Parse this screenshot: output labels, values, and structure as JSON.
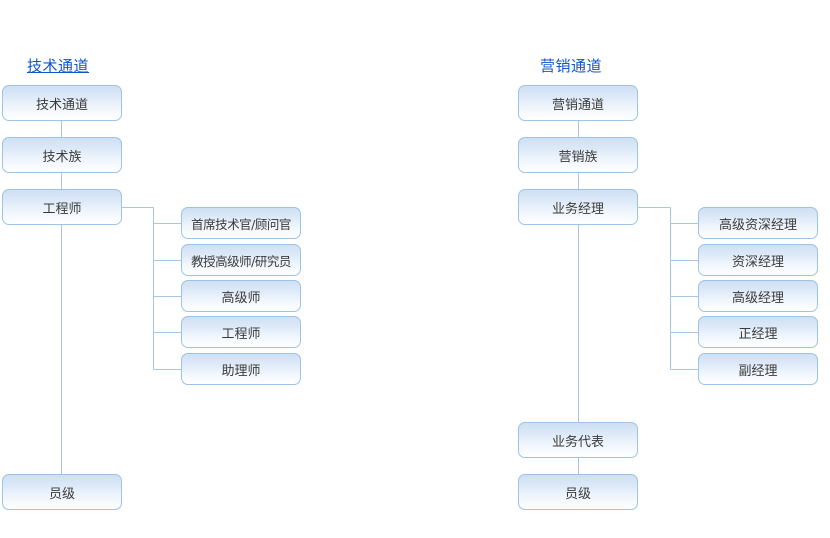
{
  "page": {
    "background": "#ffffff",
    "title_color": "#1155cc",
    "box_border_color": "#9dc3e6",
    "line_color": "#a8c6e5",
    "text_color": "#3b3b3b"
  },
  "columns": [
    {
      "id": "technical",
      "title": "技术通道",
      "title_underlined": true,
      "spine": [
        {
          "label": "技术通道"
        },
        {
          "label": "技术族"
        },
        {
          "label": "工程师"
        },
        {
          "label": "员级"
        }
      ],
      "branch_parent": "工程师",
      "branches": [
        {
          "label": "首席技术官/顾问官"
        },
        {
          "label": "教授高级师/研究员"
        },
        {
          "label": "高级师"
        },
        {
          "label": "工程师"
        },
        {
          "label": "助理师"
        }
      ]
    },
    {
      "id": "marketing",
      "title": "营销通道",
      "title_underlined": false,
      "spine": [
        {
          "label": "营销通道"
        },
        {
          "label": "营销族"
        },
        {
          "label": "业务经理"
        },
        {
          "label": "业务代表"
        },
        {
          "label": "员级"
        }
      ],
      "branch_parent": "业务经理",
      "branches": [
        {
          "label": "高级资深经理"
        },
        {
          "label": "资深经理"
        },
        {
          "label": "高级经理"
        },
        {
          "label": "正经理"
        },
        {
          "label": "副经理"
        }
      ]
    }
  ]
}
